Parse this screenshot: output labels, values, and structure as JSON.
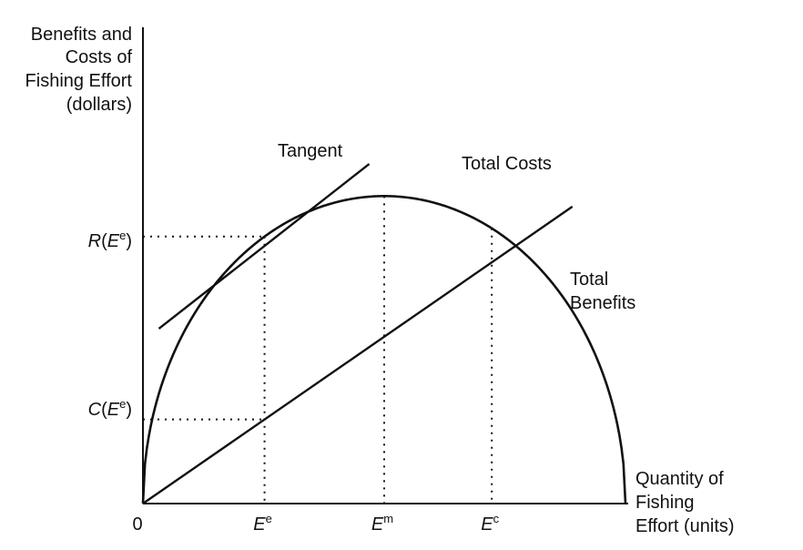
{
  "chart_data": {
    "type": "line",
    "ylabel": [
      "Benefits and",
      "Costs of",
      "Fishing Effort",
      "(dollars)"
    ],
    "xlabel": [
      "Quantity of",
      "Fishing",
      "Effort (units)"
    ],
    "origin_label": "0",
    "xlim": [
      0,
      1
    ],
    "ylim": [
      0,
      1
    ],
    "series": [
      {
        "name": "Total Benefits",
        "label_lines": [
          "Total",
          "Benefits"
        ],
        "shape": "semi-ellipse",
        "x_max": 1.0,
        "peak_x": 0.5,
        "peak_y": 0.67
      },
      {
        "name": "Total Costs",
        "shape": "line",
        "slope": 0.727,
        "x": [
          0,
          0.89
        ],
        "y": [
          0,
          0.647
        ]
      },
      {
        "name": "Tangent",
        "shape": "line",
        "x": [
          0.033,
          0.469
        ],
        "y": [
          0.381,
          0.74
        ]
      }
    ],
    "reference_points": [
      {
        "name": "Ee",
        "base": "E",
        "sup": "e",
        "x": 0.252
      },
      {
        "name": "Em",
        "base": "E",
        "sup": "m",
        "x": 0.5
      },
      {
        "name": "Ec",
        "base": "E",
        "sup": "c",
        "x": 0.723
      }
    ],
    "y_reference_labels": [
      {
        "name": "R(Ee)",
        "fn": "R",
        "sup": "e",
        "at": "benefit_at_Ee"
      },
      {
        "name": "C(Ee)",
        "fn": "C",
        "sup": "e",
        "at": "cost_at_Ee"
      }
    ],
    "colors": {
      "line": "#111111",
      "background": "#ffffff"
    },
    "grid": false,
    "legend": "none"
  }
}
